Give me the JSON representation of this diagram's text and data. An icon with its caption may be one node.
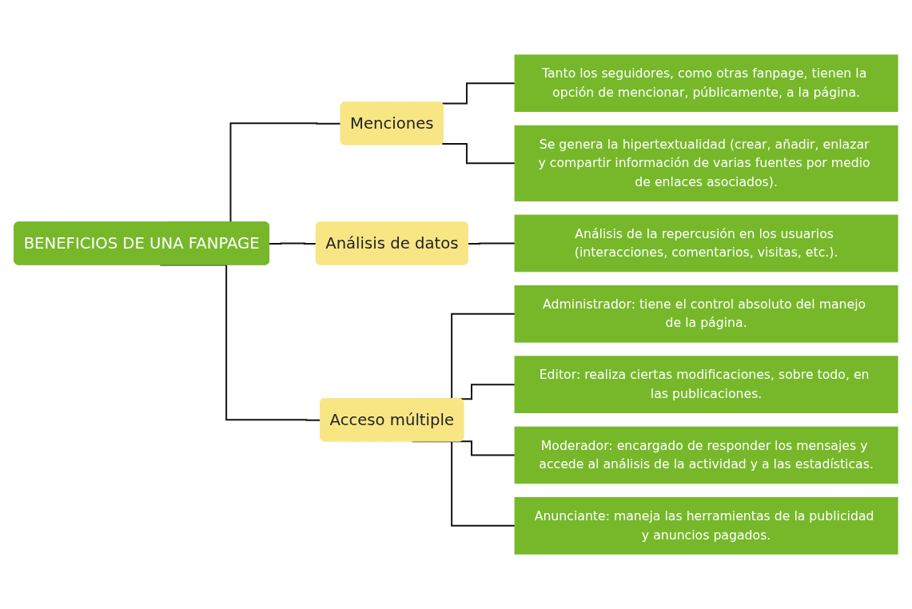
{
  "diagram": {
    "nodes": [
      {
        "text": [
          "BENEFICIOS DE UNA FANPAGE"
        ]
      },
      {
        "text": [
          "Menciones"
        ]
      },
      {
        "text": [
          "Análisis de datos"
        ]
      },
      {
        "text": [
          "Acceso múltiple"
        ]
      },
      {
        "text": [
          "Tanto los seguidores, como otras fanpage, tienen la opción de mencionar, públicamente, a la página."
        ]
      },
      {
        "text": [
          "Se genera la hipertextualidad (crear, añadir, enlazar y compartir información de varias fuentes por medio de enlaces asociados)."
        ]
      },
      {
        "text": [
          "Análisis de la repercusión en los usuarios (interacciones, comentarios, visitas, etc.)."
        ]
      },
      {
        "text": [
          "Administrador: tiene el control absoluto del manejo de la página."
        ]
      },
      {
        "text": [
          "Editor: realiza ciertas modificaciones, sobre todo, en las publicaciones."
        ]
      },
      {
        "text": [
          "Moderador: encargado de responder los mensajes y accede al análisis de la actividad y a las estadísticas."
        ]
      },
      {
        "text": [
          "Anunciante: maneja las herramientas de la publicidad y anuncios pagados."
        ]
      }
    ],
    "edges": [
      {
        "from": 0,
        "to": 1,
        "arrow": "none"
      },
      {
        "from": 0,
        "to": 2,
        "arrow": "none"
      },
      {
        "from": 0,
        "to": 3,
        "arrow": "none"
      },
      {
        "from": 1,
        "to": 4,
        "arrow": "none"
      },
      {
        "from": 1,
        "to": 5,
        "arrow": "none"
      },
      {
        "from": 2,
        "to": 6,
        "arrow": "none"
      },
      {
        "from": 3,
        "to": 7,
        "arrow": "none"
      },
      {
        "from": 3,
        "to": 8,
        "arrow": "none"
      },
      {
        "from": 3,
        "to": 9,
        "arrow": "none"
      },
      {
        "from": 3,
        "to": 10,
        "arrow": "none"
      }
    ]
  }
}
